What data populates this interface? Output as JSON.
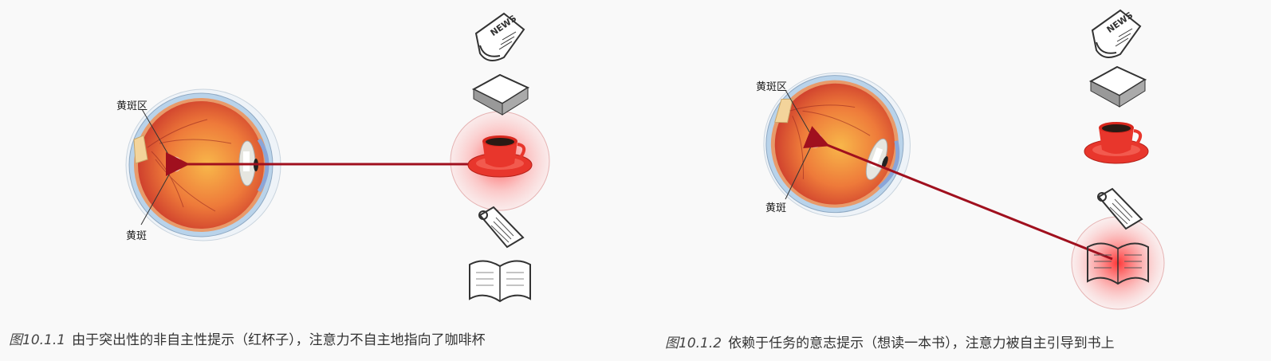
{
  "colors": {
    "background": "#f9f9f9",
    "arrow": "#a0101e",
    "highlight": "#ff3b3b",
    "cup": "#e8362c",
    "eye_inner": "#e8643a",
    "eye_outer": "#b9d3ea"
  },
  "figures": [
    {
      "id": "fig-10-1-1",
      "labels": {
        "macula_region": "黄斑区",
        "macula": "黄斑"
      },
      "objects": [
        {
          "name": "newspaper",
          "icon": "newspaper-icon",
          "highlighted": false
        },
        {
          "name": "closed-book",
          "icon": "closed-book-icon",
          "highlighted": false
        },
        {
          "name": "red-cup",
          "icon": "coffee-cup-icon",
          "highlighted": true
        },
        {
          "name": "notepad",
          "icon": "notepad-icon",
          "highlighted": false
        },
        {
          "name": "open-book",
          "icon": "open-book-icon",
          "highlighted": false
        }
      ],
      "arrow_target": "red-cup",
      "caption": {
        "number": "图10.1.1",
        "text": "由于突出性的非自主性提示（红杯子），注意力不自主地指向了咖啡杯"
      }
    },
    {
      "id": "fig-10-1-2",
      "labels": {
        "macula_region": "黄斑区",
        "macula": "黄斑"
      },
      "objects": [
        {
          "name": "newspaper",
          "icon": "newspaper-icon",
          "highlighted": false
        },
        {
          "name": "closed-book",
          "icon": "closed-book-icon",
          "highlighted": false
        },
        {
          "name": "red-cup",
          "icon": "coffee-cup-icon",
          "highlighted": false
        },
        {
          "name": "notepad",
          "icon": "notepad-icon",
          "highlighted": false
        },
        {
          "name": "open-book",
          "icon": "open-book-icon",
          "highlighted": true
        }
      ],
      "arrow_target": "open-book",
      "caption": {
        "number": "图10.1.2",
        "text": "依赖于任务的意志提示（想读一本书），注意力被自主引导到书上"
      }
    }
  ]
}
